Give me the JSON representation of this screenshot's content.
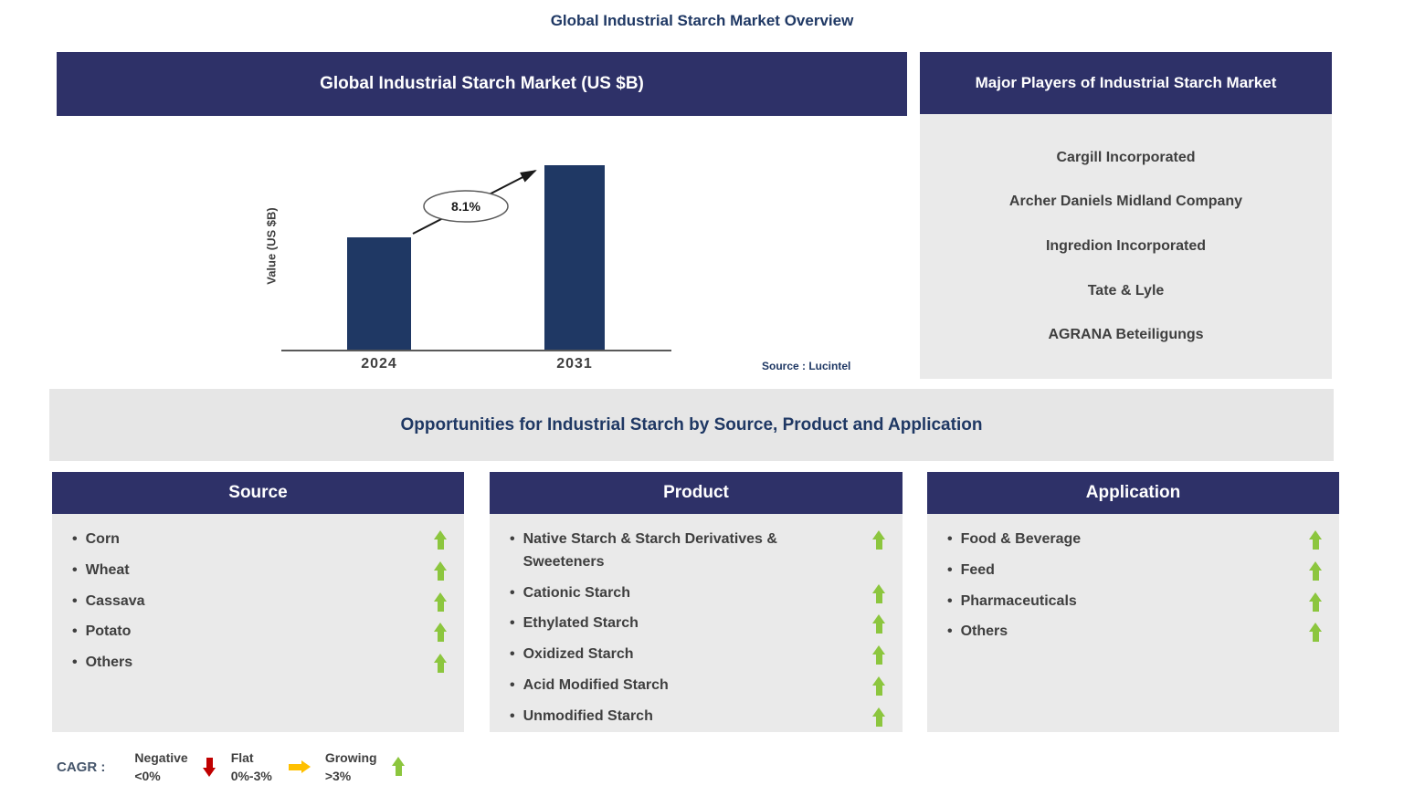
{
  "page": {
    "title": "Global Industrial Starch Market Overview"
  },
  "chart_panel": {
    "header": "Global Industrial Starch Market (US $B)",
    "y_axis_label": "Value (US $B)",
    "cagr_label": "8.1%",
    "x_labels": [
      "2024",
      "2031"
    ],
    "source_note": "Source : Lucintel"
  },
  "chart_data": {
    "type": "bar",
    "title": "Global Industrial Starch Market (US $B)",
    "categories": [
      "2024",
      "2031"
    ],
    "values": [
      1.0,
      1.65
    ],
    "ylabel": "Value (US $B)",
    "xlabel": "",
    "annotations": [
      "8.1%"
    ],
    "grid": false,
    "legend_position": "none",
    "bar_color": "#1F3864"
  },
  "major_players": {
    "header": "Major Players of Industrial Starch Market",
    "items": [
      "Cargill Incorporated",
      "Archer Daniels Midland Company",
      "Ingredion Incorporated",
      "Tate & Lyle",
      "AGRANA Beteiligungs"
    ]
  },
  "opportunities": {
    "title": "Opportunities for Industrial Starch by Source, Product and Application"
  },
  "source_col": {
    "header": "Source",
    "items": [
      "Corn",
      "Wheat",
      "Cassava",
      "Potato",
      "Others"
    ]
  },
  "product_col": {
    "header": "Product",
    "items": [
      "Native Starch & Starch Derivatives & Sweeteners",
      "Cationic Starch",
      "Ethylated Starch",
      "Oxidized Starch",
      "Acid Modified Starch",
      "Unmodified Starch"
    ]
  },
  "application_col": {
    "header": "Application",
    "items": [
      "Food & Beverage",
      "Feed",
      "Pharmaceuticals",
      "Others"
    ]
  },
  "cagr_legend": {
    "label": "CAGR :",
    "negative": {
      "name": "Negative",
      "range": "<0%"
    },
    "flat": {
      "name": "Flat",
      "range": "0%-3%"
    },
    "growing": {
      "name": "Growing",
      "range": ">3%"
    }
  },
  "colors": {
    "header_navy": "#2E3168",
    "bar_navy": "#1F3864",
    "panel_gray": "#EAEAEA",
    "growing_green": "#8CC63E",
    "negative_red": "#C00000",
    "flat_orange": "#FFC000",
    "title_blue": "#1F3864"
  }
}
